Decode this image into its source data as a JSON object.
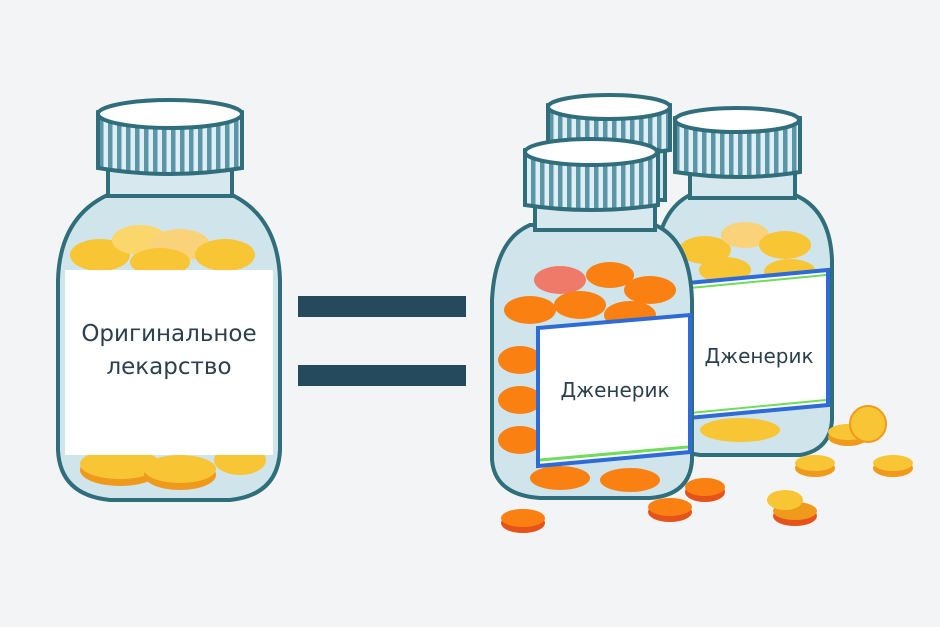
{
  "colors": {
    "background": "#f2f4f6",
    "equals_sign": "#254a5e",
    "outline": "#2f6e7a",
    "cap_stripe": "#5b95a8",
    "glass": "#bfdbe3",
    "yellow_pill": "#f8c535",
    "yellow_pill_edge": "#f09a1c",
    "orange_pill": "#fa8012",
    "orange_pill_edge": "#e5521a",
    "label_border_blue": "#2e6bd6",
    "label_border_green": "#6fdc5a",
    "text": "#2b3f4c"
  },
  "original": {
    "label_line1": "Оригинальное",
    "label_line2": "лекарство"
  },
  "generics": [
    {
      "label": "Дженерик"
    },
    {
      "label": "Дженерик"
    }
  ],
  "equals": {
    "symbol": "="
  }
}
